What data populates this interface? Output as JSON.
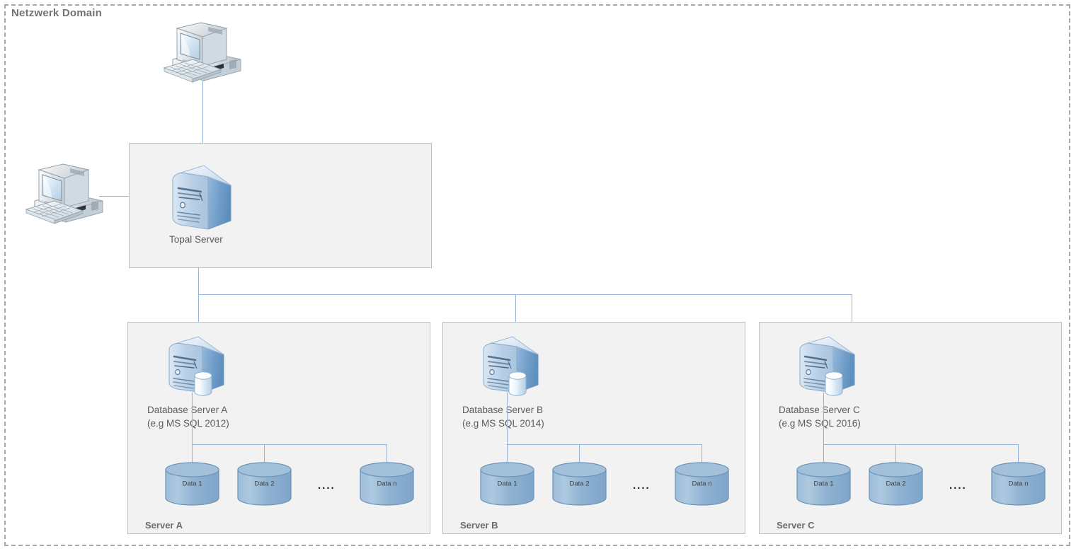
{
  "domain": {
    "title": "Netzwerk Domain",
    "border_color": "#a6a6a6",
    "title_color": "#737373"
  },
  "colors": {
    "connector": "#95b3d7",
    "panel_fill": "#f2f2f2",
    "panel_border": "#bfbfbf",
    "db_cylinder_fill": "#92b4d4",
    "db_cylinder_stroke": "#6b92b8",
    "label_text": "#5b5b5b",
    "panel_title_text": "#6b6b6b"
  },
  "clients": [
    {
      "name": "workstation-top",
      "label": ""
    },
    {
      "name": "workstation-left",
      "label": ""
    }
  ],
  "topal": {
    "panel_label": "",
    "server_label": "Topal Server"
  },
  "server_groups": [
    {
      "panel_title": "Server A",
      "db_label_line1": "Database Server A",
      "db_label_line2": "(e.g MS SQL 2012)",
      "ellipsis": "....",
      "databases": [
        {
          "label": "Data 1"
        },
        {
          "label": "Data 2"
        },
        {
          "label": "Data n"
        }
      ]
    },
    {
      "panel_title": "Server B",
      "db_label_line1": "Database Server B",
      "db_label_line2": "(e.g MS SQL 2014)",
      "ellipsis": "....",
      "databases": [
        {
          "label": "Data 1"
        },
        {
          "label": "Data 2"
        },
        {
          "label": "Data n"
        }
      ]
    },
    {
      "panel_title": "Server C",
      "db_label_line1": "Database Server C",
      "db_label_line2": "(e.g MS SQL 2016)",
      "ellipsis": "....",
      "databases": [
        {
          "label": "Data 1"
        },
        {
          "label": "Data 2"
        },
        {
          "label": "Data n"
        }
      ]
    }
  ]
}
